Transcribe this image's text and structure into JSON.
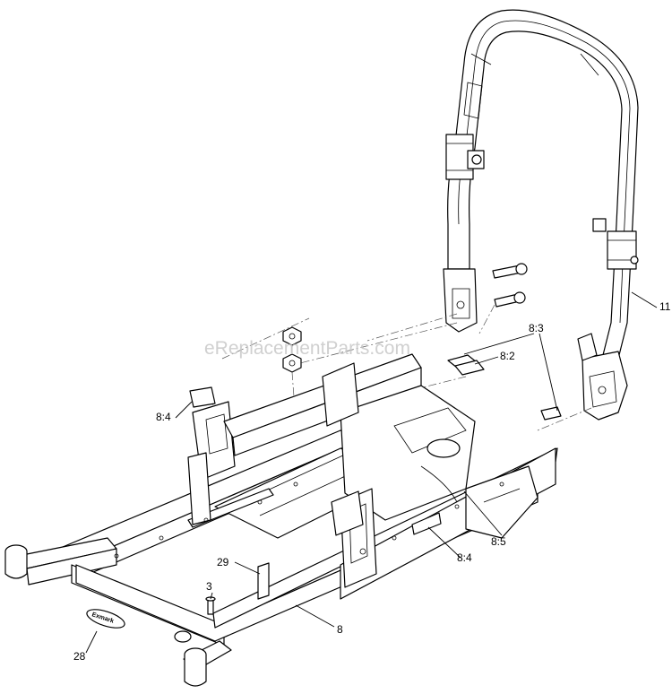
{
  "watermark": "eReplacementParts.com",
  "logo_text": "Exmark",
  "callouts": {
    "c11": "11",
    "c83": "8:3",
    "c82": "8:2",
    "c84_left": "8:4",
    "c84_bottom": "8:4",
    "c85": "8:5",
    "c29": "29",
    "c3": "3",
    "c8": "8",
    "c28": "28"
  }
}
